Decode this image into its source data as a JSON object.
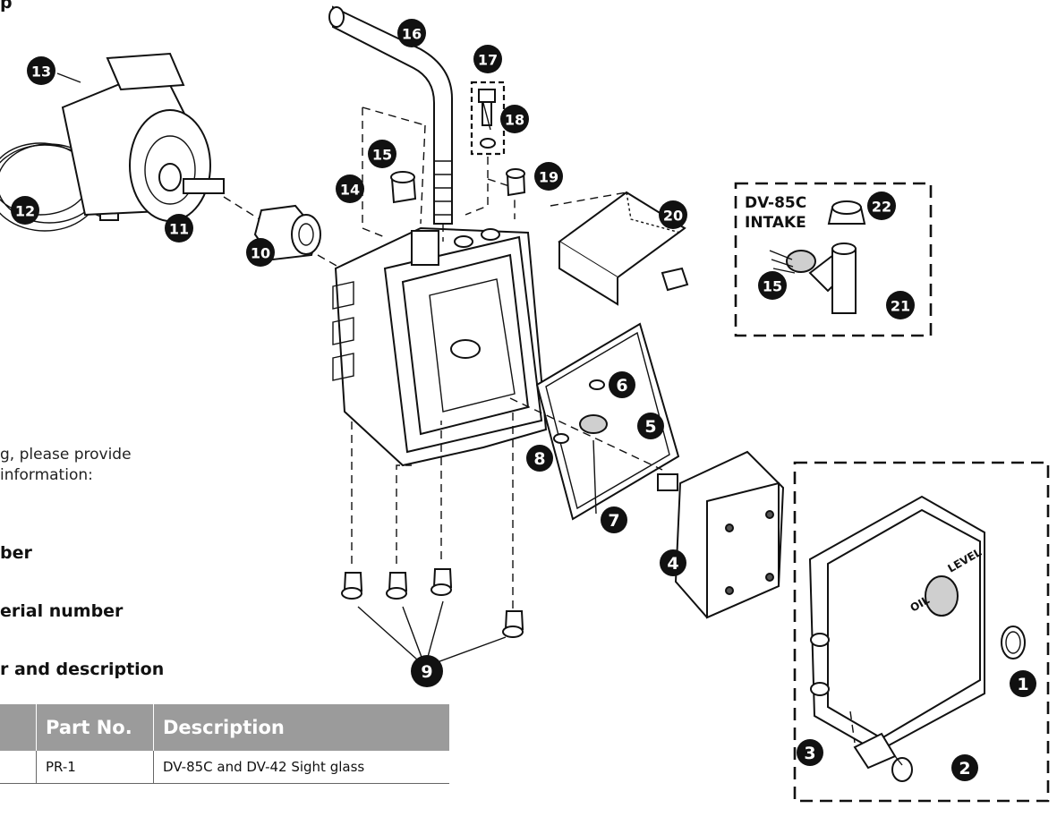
{
  "heading_fragment": "p",
  "intake_label_line1": "DV-85C",
  "intake_label_line2": "INTAKE",
  "oil_level_text": [
    "OIL",
    "LEVEL"
  ],
  "ordering_info": {
    "line1": "g, please provide",
    "line2": "information:",
    "item1": "ber",
    "item2": "erial number",
    "item3": "r and description"
  },
  "parts_table": {
    "headers": [
      "",
      "Part No.",
      "Description"
    ],
    "rows": [
      [
        "",
        "PR-1",
        "DV-85C and DV-42 Sight glass"
      ]
    ]
  },
  "callouts": [
    "1",
    "2",
    "3",
    "4",
    "5",
    "6",
    "7",
    "8",
    "9",
    "10",
    "11",
    "12",
    "13",
    "14",
    "15",
    "16",
    "17",
    "18",
    "19",
    "20",
    "21",
    "22",
    "15"
  ]
}
